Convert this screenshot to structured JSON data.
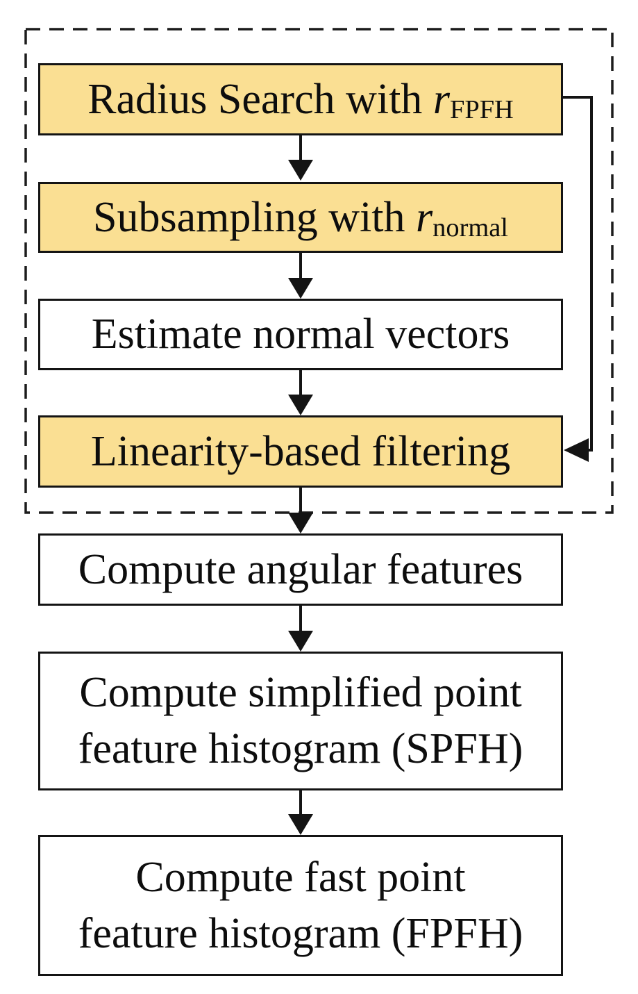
{
  "figure": {
    "type": "flowchart",
    "nodes": [
      {
        "id": "radius-search",
        "text": "Radius Search with ",
        "var": "r",
        "subscript": "FPFH",
        "highlighted": true
      },
      {
        "id": "subsampling",
        "text": "Subsampling with ",
        "var": "r",
        "subscript": "normal",
        "highlighted": true
      },
      {
        "id": "estimate-normal-vectors",
        "text": "Estimate normal vectors",
        "highlighted": false
      },
      {
        "id": "linearity-based-filtering",
        "text": "Linearity-based filtering",
        "highlighted": true
      },
      {
        "id": "compute-angular-features",
        "text": "Compute angular features",
        "highlighted": false
      },
      {
        "id": "compute-spfh",
        "lines": [
          "Compute simplified point",
          "feature histogram (SPFH)"
        ],
        "highlighted": false
      },
      {
        "id": "compute-fpfh",
        "lines": [
          "Compute fast point",
          "feature histogram (FPFH)"
        ],
        "highlighted": false
      }
    ],
    "connections": [
      {
        "from": "radius-search",
        "to": "subsampling"
      },
      {
        "from": "subsampling",
        "to": "estimate-normal-vectors"
      },
      {
        "from": "estimate-normal-vectors",
        "to": "linearity-based-filtering"
      },
      {
        "from": "radius-search",
        "to": "linearity-based-filtering",
        "route": "right-side-feedback"
      },
      {
        "from": "linearity-based-filtering",
        "to": "compute-angular-features"
      },
      {
        "from": "compute-angular-features",
        "to": "compute-spfh"
      },
      {
        "from": "compute-spfh",
        "to": "compute-fpfh"
      }
    ],
    "group": {
      "style": "dashed",
      "contains": [
        "radius-search",
        "subsampling",
        "estimate-normal-vectors",
        "linearity-based-filtering"
      ]
    },
    "colors": {
      "highlight_fill": "#fadf93",
      "plain_fill": "#ffffff",
      "line": "#141414",
      "background": "#ffffff"
    }
  }
}
